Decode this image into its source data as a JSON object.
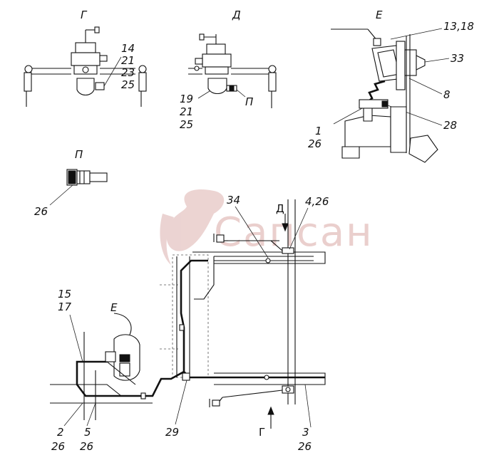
{
  "views": {
    "g": "Г",
    "d": "Д",
    "e": "Е",
    "p": "П"
  },
  "callouts": {
    "g_14": "14",
    "g_21": "21",
    "g_23": "23",
    "g_25": "25",
    "d_19": "19",
    "d_21": "21",
    "d_25": "25",
    "d_p": "П",
    "e_13_18": "13,18",
    "e_33": "33",
    "e_8": "8",
    "e_28": "28",
    "e_1": "1",
    "e_26": "26",
    "p_26": "26",
    "m_34": "34",
    "m_d": "Д",
    "m_4_26": "4,26",
    "m_15": "15",
    "m_17": "17",
    "m_e": "Е",
    "m_2": "2",
    "m_2_26": "26",
    "m_5": "5",
    "m_5_26": "26",
    "m_29": "29",
    "m_g": "Г",
    "m_3": "3",
    "m_3_26": "26"
  },
  "watermark": {
    "text": "Сапсан",
    "color": "#d9a9a6"
  }
}
